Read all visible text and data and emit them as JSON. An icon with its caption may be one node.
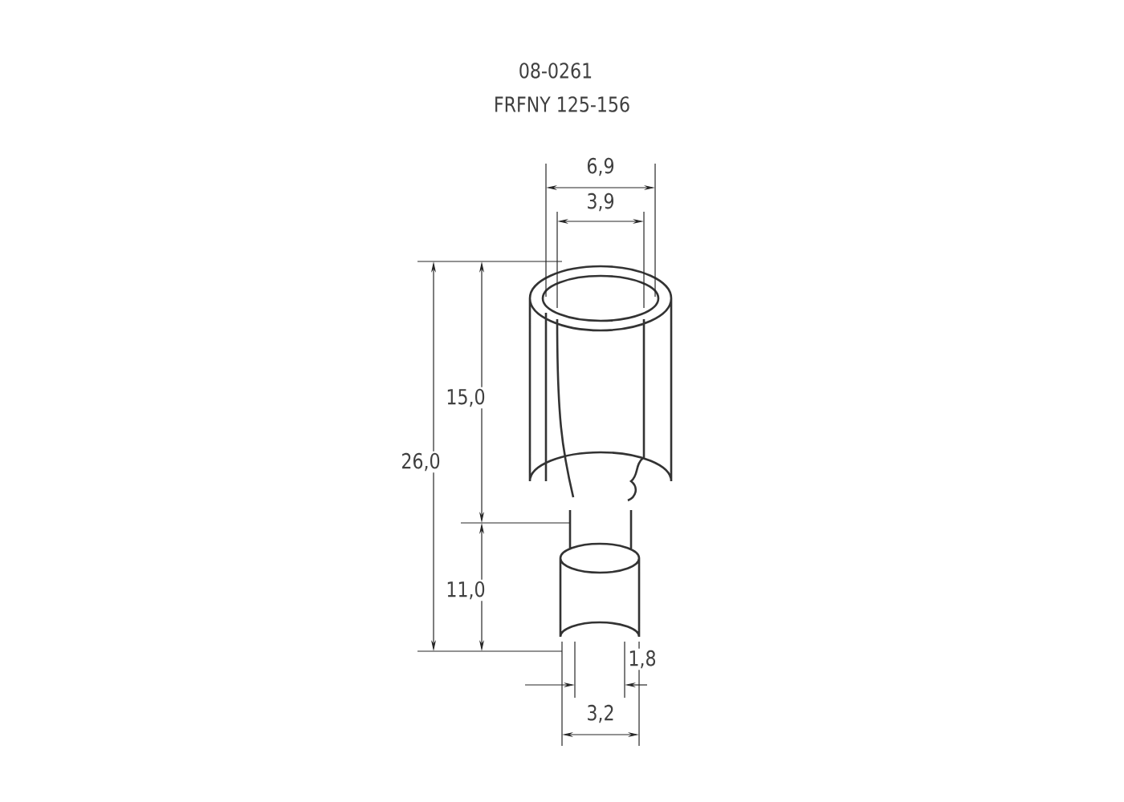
{
  "diagram": {
    "title": "08-0261",
    "labels": [
      "FRFNY 125-156",
      "6,9",
      "3,9",
      "15,0",
      "26,0",
      "11,0",
      "1,8",
      "3,2"
    ]
  }
}
